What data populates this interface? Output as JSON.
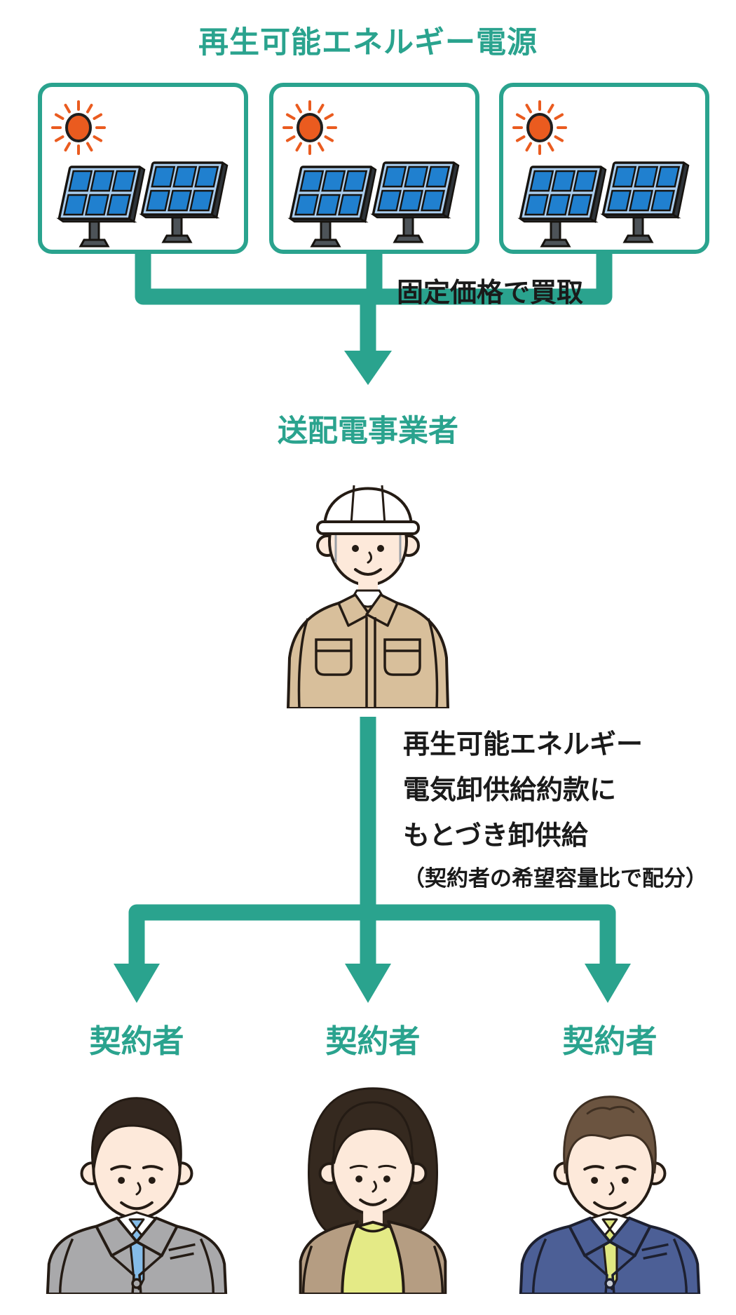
{
  "page": {
    "background": "#ffffff"
  },
  "colors": {
    "teal": "#2aa38e",
    "text_black": "#1a1a1a",
    "sun_orange": "#ea5b1f",
    "panel_cell_blue": "#2080cf",
    "panel_frame_blue": "#aacdee",
    "worker_jacket_tan": "#d8bf9b",
    "suit_gray": "#a9a9ab",
    "suit_navy": "#4c5f96",
    "tie_blue": "#85bce8",
    "tie_yellow_green": "#e0e882",
    "top_yellow_green": "#e4ea86",
    "cardigan_tan": "#b59d82",
    "skin": "#fde9da"
  },
  "title": "再生可能エネルギー電源",
  "sources": {
    "cards": [
      {
        "icon": "solar-panels-with-sun-icon"
      },
      {
        "icon": "solar-panels-with-sun-icon"
      },
      {
        "icon": "solar-panels-with-sun-icon"
      }
    ]
  },
  "purchase_flow": {
    "annotation": "固定価格で買取"
  },
  "operator": {
    "label": "送配電事業者",
    "illustration": "utility-worker-with-helmet"
  },
  "wholesale_flow": {
    "annotation_lines": [
      "再生可能エネルギー",
      "電気卸供給約款に",
      "もとづき卸供給",
      "（契約者の希望容量比で配分）"
    ]
  },
  "contractors": [
    {
      "label": "契約者",
      "illustration": "businessman-gray-suit"
    },
    {
      "label": "契約者",
      "illustration": "woman-tan-cardigan"
    },
    {
      "label": "契約者",
      "illustration": "businessman-navy-suit"
    }
  ]
}
